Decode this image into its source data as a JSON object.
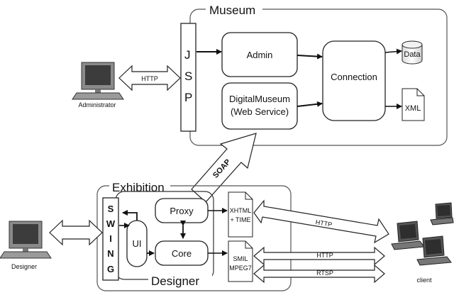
{
  "museum": {
    "title": "Museum",
    "jsp_letters": [
      "J",
      "S",
      "P"
    ],
    "admin": "Admin",
    "digital_museum_line1": "DigitalMuseum",
    "digital_museum_line2": "(Web Service)",
    "connection": "Connection",
    "data": "Data",
    "xml": "XML"
  },
  "administrator": {
    "label": "Administrator",
    "link": "HTTP"
  },
  "soap": "SOAP",
  "exhibition": {
    "title": "Exhibition",
    "designer_title": "Designer",
    "swing_letters": [
      "S",
      "W",
      "I",
      "N",
      "G"
    ],
    "ui": "UI",
    "proxy": "Proxy",
    "core": "Core",
    "doc1_line1": "XHTML",
    "doc1_line2": "+ TIME",
    "doc2_line1": "SMIL",
    "doc2_line2": "MPEG7"
  },
  "designer_pc": {
    "label": "Designer"
  },
  "client": {
    "label": "client",
    "link_http_1": "HTTP",
    "link_http_2": "HTTP",
    "link_rtsp": "RTSP"
  },
  "colors": {
    "line": "#222222",
    "arrow_fill": "#ffffff",
    "monitor": "#7a7a7a",
    "screen": "#3c3c3c"
  }
}
